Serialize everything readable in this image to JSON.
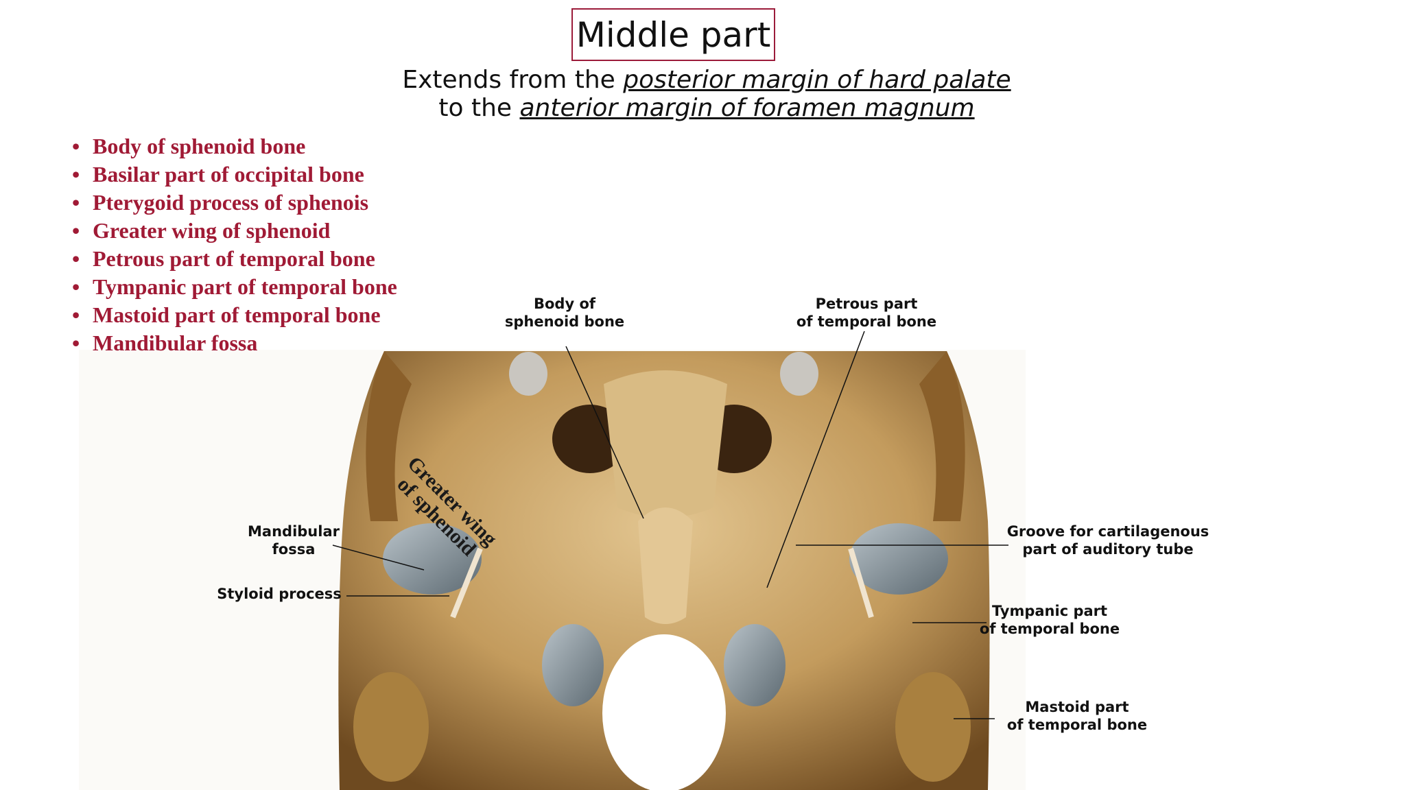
{
  "title": "Middle part",
  "subtitle": {
    "line1_prefix": "Extends from the ",
    "line1_emph": "posterior margin of hard palate",
    "line2_prefix": "to the ",
    "line2_emph": "anterior margin of foramen magnum"
  },
  "bullet_symbol": "•",
  "bullets": [
    "Body of sphenoid bone",
    "Basilar part of occipital bone",
    "Pterygoid process of sphenois",
    "Greater wing of sphenoid",
    "Petrous part of temporal bone",
    "Tympanic part of temporal bone",
    "Mastoid part of temporal bone",
    "Mandibular fossa"
  ],
  "labels": {
    "body_sphenoid": [
      "Body of",
      "sphenoid bone"
    ],
    "petrous": [
      "Petrous part",
      "of temporal bone"
    ],
    "greater_wing": [
      "Greater wing",
      "of sphenoid"
    ],
    "mandibular_fossa": [
      "Mandibular",
      "fossa"
    ],
    "styloid": "Styloid process",
    "groove": [
      "Groove for cartilagenous",
      "part of auditory tube"
    ],
    "tympanic": [
      "Tympanic part",
      "of temporal bone"
    ],
    "mastoid": [
      "Mastoid part",
      "of temporal bone"
    ]
  },
  "colors": {
    "accent": "#a01a35",
    "bone": "#c9a46a",
    "bone_dark": "#6b4a22",
    "cartilage": "#8a97a0"
  }
}
